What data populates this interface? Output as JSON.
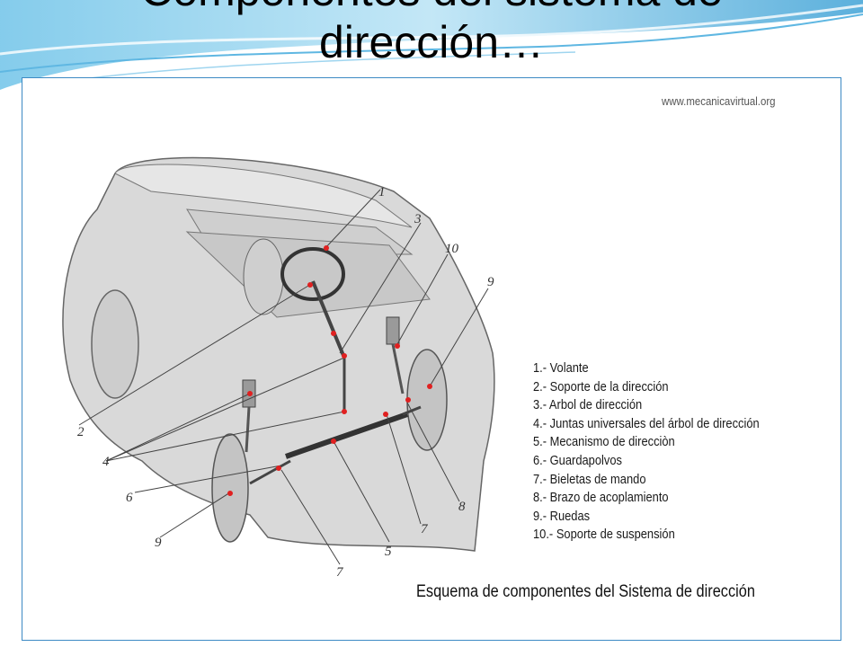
{
  "slide": {
    "title_line1": "Componentes del sistema de",
    "title_line2": "dirección…"
  },
  "figure": {
    "source_watermark": "www.mecanicavirtual.org",
    "caption": "Esquema de componentes del Sistema de dirección",
    "legend": [
      "1.- Volante",
      "2.- Soporte de la dirección",
      "3.- Arbol de dirección",
      "4.- Juntas universales del árbol de dirección",
      "5.- Mecanismo de direcciòn",
      "6.- Guardapolvos",
      "7.- Bieletas de mando",
      "8.- Brazo de acoplamiento",
      "9.- Ruedas",
      "10.- Soporte de suspensión"
    ],
    "callouts": [
      "1",
      "2",
      "3",
      "4",
      "5",
      "6",
      "7",
      "7",
      "8",
      "9",
      "9",
      "10"
    ],
    "colors": {
      "border": "#3d8ac4",
      "markers": "#e02020",
      "body_fill": "#d9d9d9"
    }
  }
}
